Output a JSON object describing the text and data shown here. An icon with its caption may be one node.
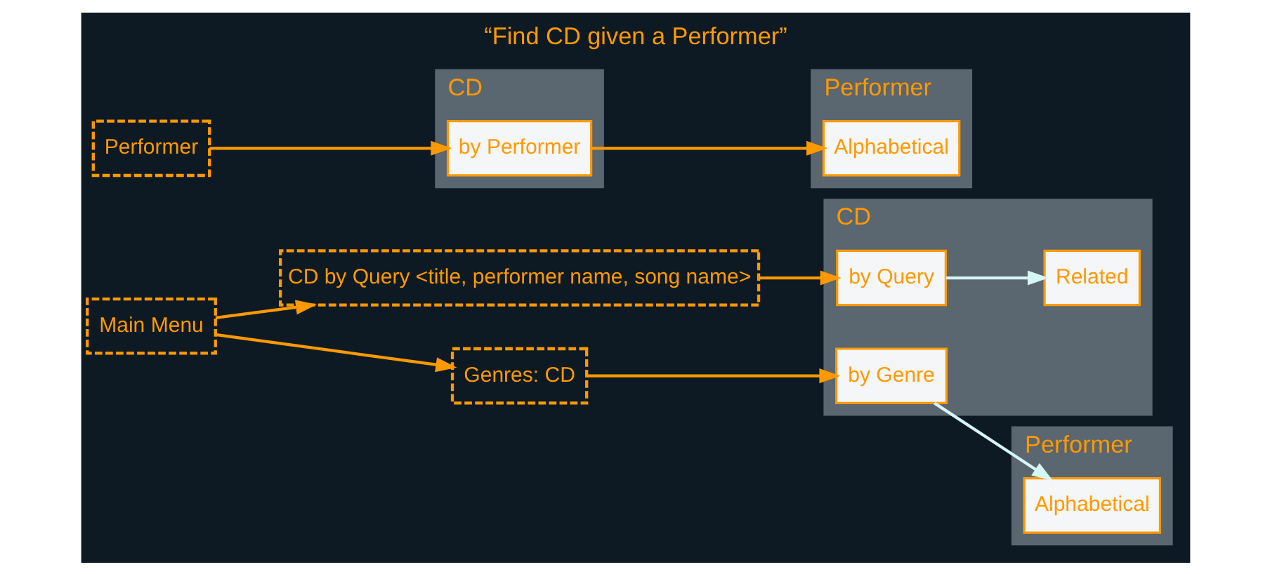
{
  "diagram": {
    "title": "“Find CD given a Performer”",
    "nodes": [
      {
        "text": [
          "CD by Query <title, performer name, song name>"
        ]
      },
      {
        "text": [
          "Main Menu"
        ]
      },
      {
        "text": [
          "Genres: CD"
        ]
      },
      {
        "text": [
          "CD"
        ]
      },
      {
        "text": [
          "by Query"
        ],
        "in": 3
      },
      {
        "text": [
          "Related"
        ],
        "in": 3
      },
      {
        "text": [
          "by Genre"
        ],
        "in": 3
      },
      {
        "text": [
          "Performer"
        ]
      },
      {
        "text": [
          "Alphabetical"
        ],
        "in": 7
      },
      {
        "text": [
          "Performer"
        ]
      },
      {
        "text": [
          "CD"
        ]
      },
      {
        "text": [
          "by Performer"
        ],
        "in": 10
      },
      {
        "text": [
          "Performer"
        ]
      },
      {
        "text": [
          "Alphabetical"
        ],
        "in": 12
      }
    ],
    "edges": [
      {
        "from": 1,
        "to": 0,
        "arrow": "to"
      },
      {
        "from": 1,
        "to": 2,
        "arrow": "to"
      },
      {
        "from": 0,
        "to": 4,
        "arrow": "to"
      },
      {
        "from": 2,
        "to": 6,
        "arrow": "to"
      },
      {
        "from": 4,
        "to": 5,
        "arrow": "to",
        "color": "#d6f5f5"
      },
      {
        "from": 6,
        "to": 8,
        "arrow": "to",
        "color": "#d6f5f5"
      },
      {
        "from": 9,
        "to": 11,
        "arrow": "to"
      },
      {
        "from": 11,
        "to": 13,
        "arrow": "to"
      }
    ]
  }
}
